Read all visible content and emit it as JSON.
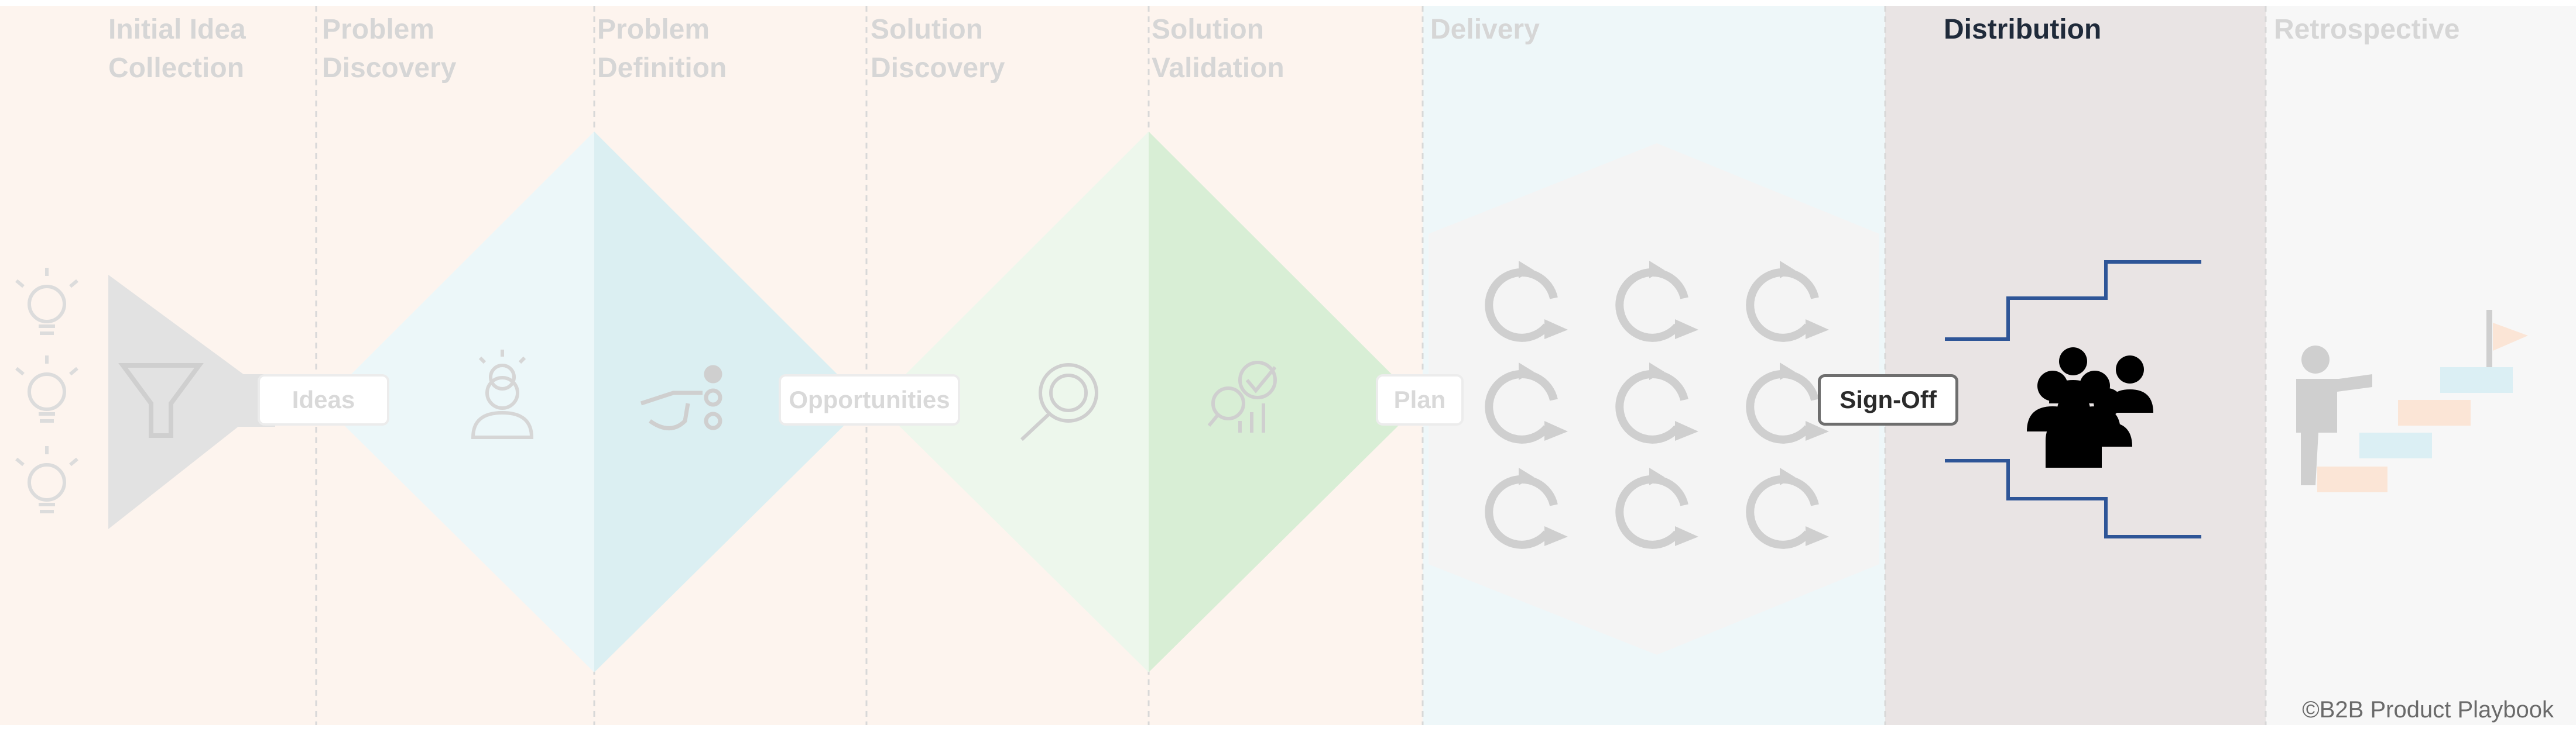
{
  "phases": [
    {
      "title": "Initial Idea\nCollection",
      "active": false
    },
    {
      "title": "Problem\nDiscovery",
      "active": false
    },
    {
      "title": "Problem\nDefinition",
      "active": false
    },
    {
      "title": "Solution\nDiscovery",
      "active": false
    },
    {
      "title": "Solution\nValidation",
      "active": false
    },
    {
      "title": "Delivery",
      "active": false
    },
    {
      "title": "Distribution",
      "active": true
    },
    {
      "title": "Retrospective",
      "active": false
    }
  ],
  "handoffs": {
    "ideas": "Ideas",
    "opportunities": "Opportunities",
    "plan": "Plan",
    "sign_off": "Sign-Off"
  },
  "copyright": "©B2B Product Playbook",
  "colors": {
    "discovery_bg": "#fdf4ee",
    "delivery_bg": "#eef7f9",
    "distribution_bg": "#e9e4e4",
    "retro_bg": "#f7f7f7",
    "problem_diamond_light": "#ecf7f9",
    "problem_diamond_dark": "#dbeff2",
    "solution_diamond_light": "#edf7ec",
    "solution_diamond_dark": "#d8eed5",
    "funnel": "#e2e2e2",
    "faded_icon": "#cfcfcf",
    "stair_line": "#2e5597",
    "people_icon": "#000000"
  },
  "icons": [
    "lightbulb-icon",
    "funnel-icon",
    "person-idea-icon",
    "pointing-hand-icon",
    "magnifier-icon",
    "analysis-check-icon",
    "iteration-cycle-icon",
    "people-group-icon",
    "steps-icon",
    "person-on-stairs-icon",
    "flag-icon"
  ]
}
